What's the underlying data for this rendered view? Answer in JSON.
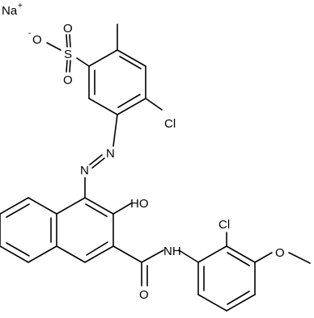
{
  "molecule": {
    "atoms": {
      "sodium": "Na",
      "sodium_charge": "+",
      "sulfonate_oxygen_anion": "O",
      "sulfonate_anion_charge": "-",
      "sulfur": "S",
      "sulfonate_oxygen_top": "O",
      "sulfonate_oxygen_bottom": "O",
      "chloro_upper": "Cl",
      "azo_nitrogen_1": "N",
      "azo_nitrogen_2": "N",
      "hydroxyl": "HO",
      "amide_nh": "NH",
      "amide_oxygen": "O",
      "chloro_lower": "Cl",
      "methoxy_oxygen": "O"
    }
  },
  "colors": {
    "bond": "#000000",
    "label": "#000000",
    "background": "#ffffff"
  }
}
